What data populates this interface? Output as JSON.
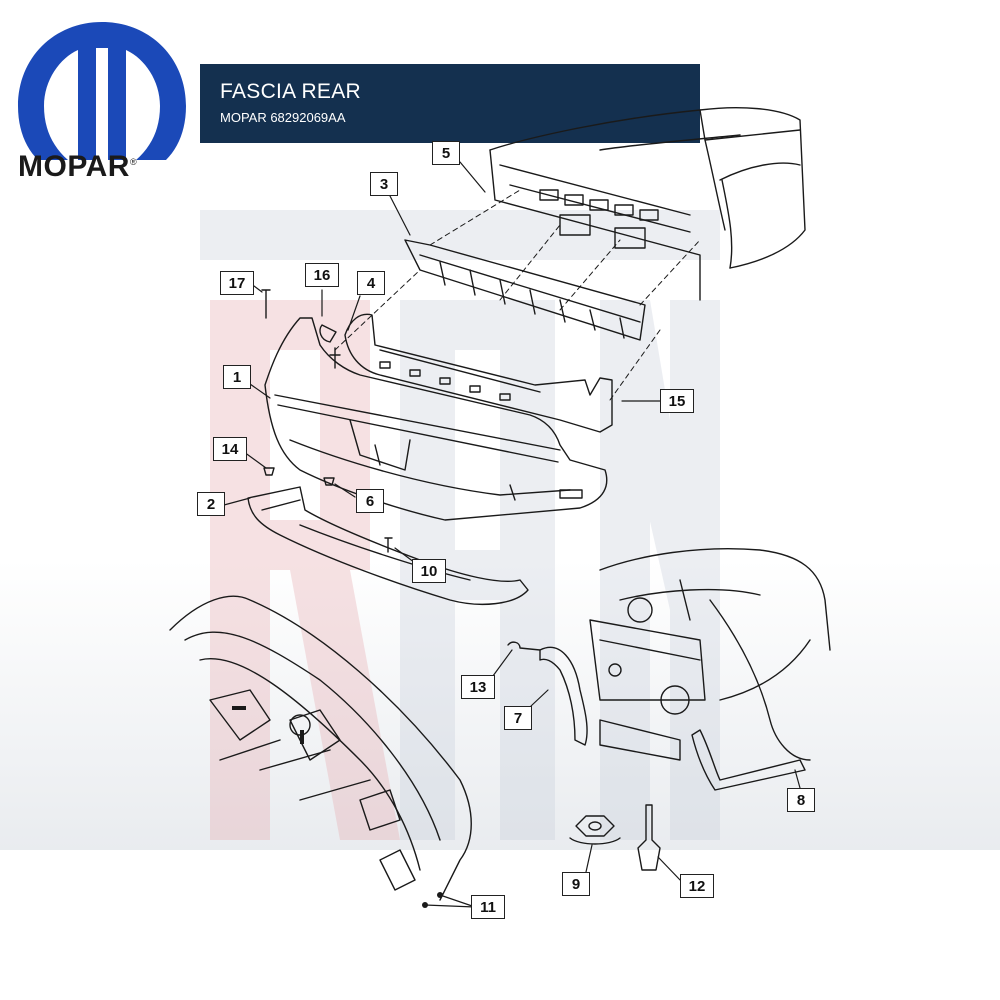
{
  "header": {
    "title": "FASCIA REAR",
    "subtitle": "MOPAR 68292069AA"
  },
  "logo": {
    "text": "MOPAR",
    "reg_mark": "®",
    "color": "#1b49b8"
  },
  "watermark": {
    "color": "#e7acb1"
  },
  "callouts": [
    {
      "id": "c1",
      "label": "1"
    },
    {
      "id": "c2",
      "label": "2"
    },
    {
      "id": "c3",
      "label": "3"
    },
    {
      "id": "c4",
      "label": "4"
    },
    {
      "id": "c5",
      "label": "5"
    },
    {
      "id": "c6",
      "label": "6"
    },
    {
      "id": "c7",
      "label": "7"
    },
    {
      "id": "c8",
      "label": "8"
    },
    {
      "id": "c9",
      "label": "9"
    },
    {
      "id": "c10",
      "label": "10"
    },
    {
      "id": "c11",
      "label": "11"
    },
    {
      "id": "c12",
      "label": "12"
    },
    {
      "id": "c13",
      "label": "13"
    },
    {
      "id": "c14",
      "label": "14"
    },
    {
      "id": "c15",
      "label": "15"
    },
    {
      "id": "c16",
      "label": "16"
    },
    {
      "id": "c17",
      "label": "17"
    }
  ]
}
